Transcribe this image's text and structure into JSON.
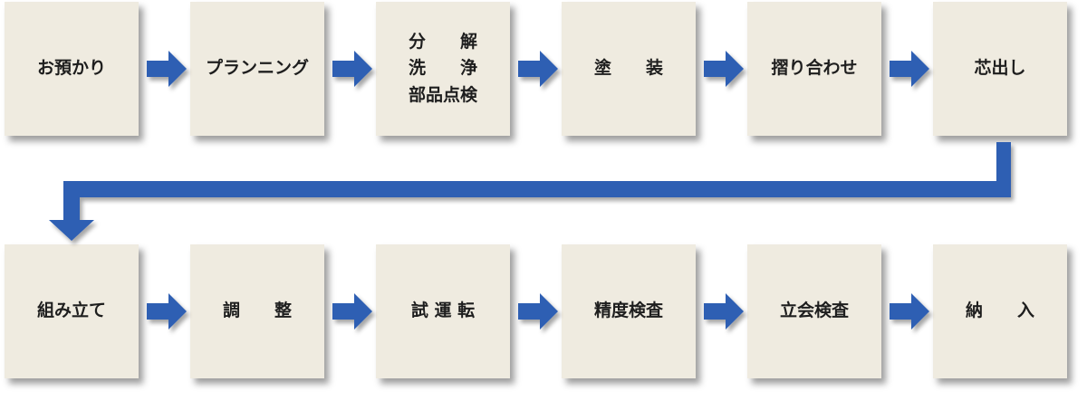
{
  "colors": {
    "box": "#efebe0",
    "arrow": "#2f5fb3",
    "text": "#1e1e1e"
  },
  "row1": [
    "お預かり",
    "プランニング",
    "分　　解\n洗　　浄\n部品点検",
    "塗　　装",
    "摺り合わせ",
    "芯出し"
  ],
  "row2": [
    "組み立て",
    "調　　整",
    "試 運 転",
    "精度検査",
    "立会検査",
    "納　　入"
  ]
}
